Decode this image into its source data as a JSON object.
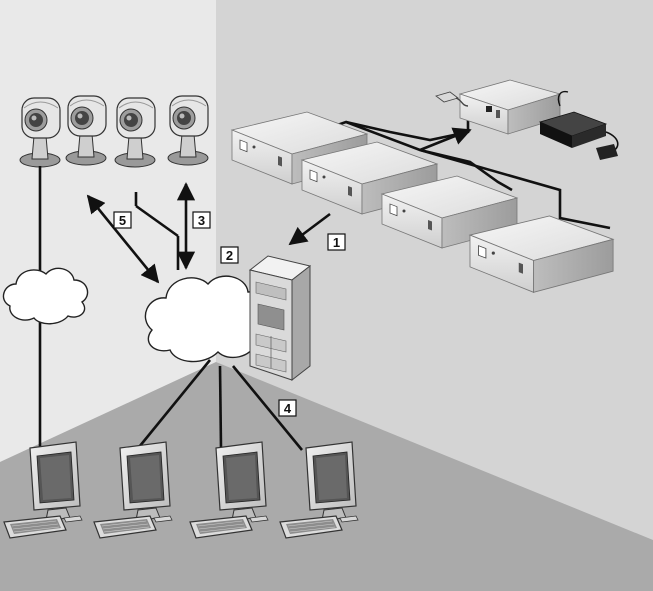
{
  "callouts": [
    {
      "id": "1",
      "text": "1"
    },
    {
      "id": "2",
      "text": "2"
    },
    {
      "id": "3",
      "text": "3"
    },
    {
      "id": "4",
      "text": "4"
    },
    {
      "id": "5",
      "text": "5"
    }
  ],
  "colors": {
    "left_wall": "#e9e9e9",
    "right_wall": "#d4d4d4",
    "floor": "#a9a9a9",
    "line": "#111111"
  },
  "icons": [
    "camera-icon",
    "cloud-icon",
    "server-rack-icon",
    "encoder-box-icon",
    "workstation-icon",
    "power-adapter-icon",
    "serial-cable-icon"
  ]
}
